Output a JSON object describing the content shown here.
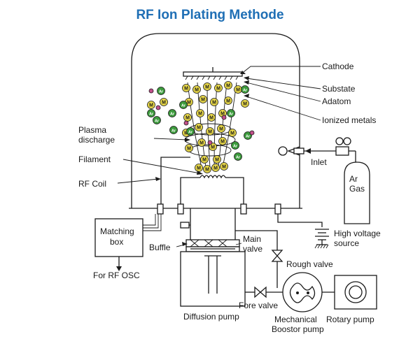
{
  "title": "RF Ion Plating Methode",
  "labels": {
    "cathode": "Cathode",
    "substate": "Substate",
    "adatom": "Adatom",
    "ionized_metals": "Ionized metals",
    "plasma_line1": "Plasma",
    "plasma_line2": "discharge",
    "filament": "Filament",
    "rf_coil": "RF Coil",
    "inlet": "Inlet",
    "ar_line1": "Ar",
    "ar_line2": "Gas",
    "matching_line1": "Matching",
    "matching_line2": "box",
    "high_voltage_line1": "High voltage",
    "high_voltage_line2": "source",
    "buffle": "Buffle",
    "main_valve_line1": "Main",
    "main_valve_line2": "valve",
    "rough_valve": "Rough valve",
    "for_rf_osc": "For RF OSC",
    "fore_valve": "Fore valve",
    "diffusion_pump": "Diffusion pump",
    "booster_line1": "Mechanical",
    "booster_line2": "Boostor pump",
    "rotary_pump": "Rotary pump"
  },
  "particle_symbols": {
    "metal": "M",
    "argon": "Ar"
  },
  "colors": {
    "title": "#1f6fb5",
    "metal_particle": "#e8d84a",
    "argon_particle": "#3d9b3d",
    "ion_particle": "#c0508a",
    "line": "#1a1a1a"
  }
}
